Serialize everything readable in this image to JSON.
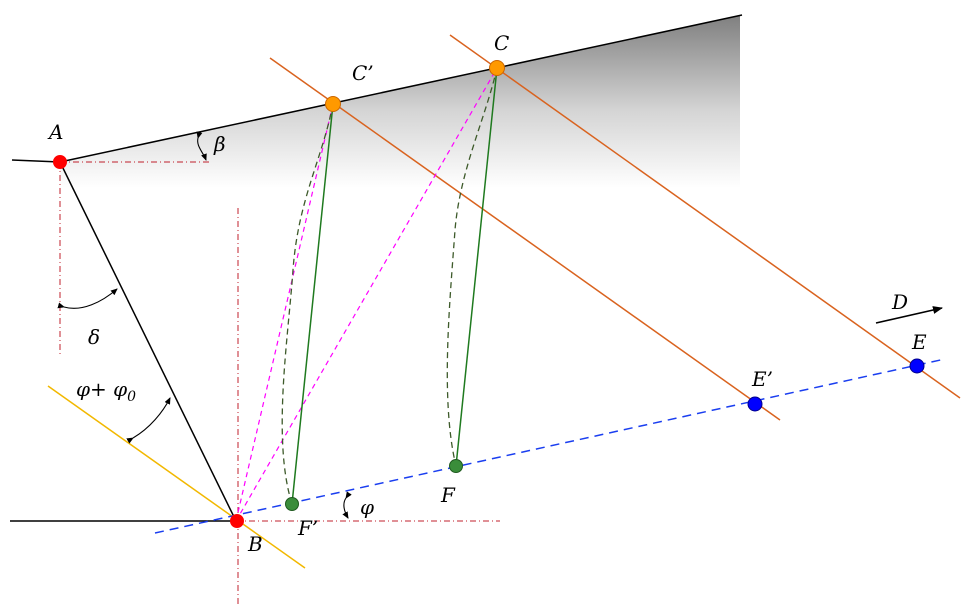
{
  "labels": {
    "A": "A",
    "B": "B",
    "C": "C",
    "C_prime": "C’",
    "D": "D",
    "E": "E",
    "E_prime": "E’",
    "F": "F",
    "F_prime": "F’",
    "beta": "β",
    "delta": "δ",
    "phi": "φ",
    "phi_phi0": "φ+ φ",
    "phi0_sub": "0"
  },
  "colors": {
    "fixed_point": "#ff0000",
    "coupler_point": "#ff9900",
    "slider_point": "#3a8d3a",
    "output_point": "#0000ff",
    "orange_line": "#d9631f",
    "yellow_line": "#f2b800",
    "magenta_dash": "#ff00ff",
    "green_link": "#1f7a1f",
    "blue_dash": "#1a3ef0",
    "red_dashdot": "#c0202c"
  }
}
